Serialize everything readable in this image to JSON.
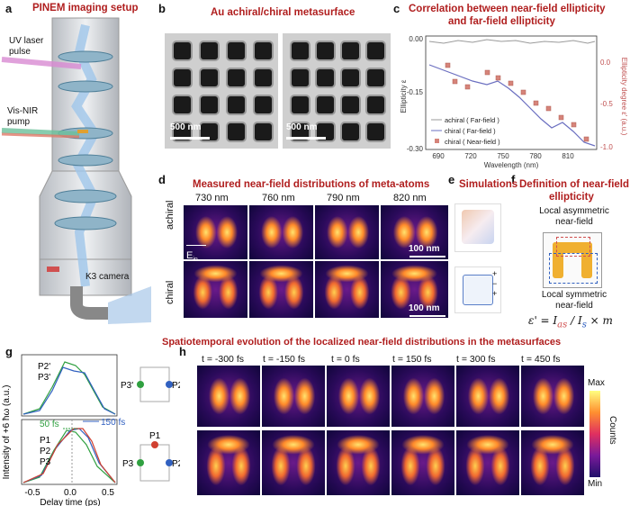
{
  "panel_letters": {
    "a": "a",
    "b": "b",
    "c": "c",
    "d": "d",
    "e": "e",
    "f": "f",
    "g": "g",
    "h": "h"
  },
  "panel_a": {
    "title": "PINEM imaging setup",
    "labels": {
      "uv": "UV laser\npulse",
      "uv1": "UV laser",
      "uv2": "pulse",
      "vis1": "Vis-NIR",
      "vis2": "pump",
      "camera": "K3 camera"
    }
  },
  "panel_b": {
    "title": "Au achiral/chiral metasurface",
    "scale1": "500 nm",
    "scale2": "500 nm"
  },
  "panel_c": {
    "title1": "Correlation between near-field ellipticity",
    "title2": "and far-field ellipticity",
    "xlabel": "Wavelength (nm)",
    "ylabel": "Ellipticity ε",
    "ylabel_right": "Ellipticity degree ε' (a.u.)",
    "xticks": [
      "690",
      "720",
      "750",
      "780",
      "810"
    ],
    "yticks_left": [
      "0.00",
      "-0.15",
      "-0.30"
    ],
    "yticks_right": [
      "0.0",
      "-0.5",
      "-1.0"
    ],
    "legend": [
      "achiral ( Far-field )",
      "chiral ( Far-field )",
      "chiral ( Near-field )"
    ],
    "colors": {
      "achiral": "#9a9a9a",
      "chiral": "#6b6fc0",
      "near": "#d6847a"
    }
  },
  "panel_d": {
    "title": "Measured near-field distributions of meta-atoms",
    "wavelengths": [
      "730 nm",
      "760 nm",
      "790 nm",
      "820 nm"
    ],
    "rows": [
      "achiral",
      "chiral"
    ],
    "scale": "100 nm",
    "field": "E",
    "field_sub": "in"
  },
  "panel_e": {
    "title": "Simulations"
  },
  "panel_f": {
    "title1": "Definition of near-field",
    "title2": "ellipticity",
    "top1": "Local asymmetric",
    "top2": "near-field",
    "bot1": "Local symmetric",
    "bot2": "near-field",
    "eq": "ε' = I",
    "eq_as": "as",
    "eq_mid": " / I",
    "eq_s": "s",
    "eq_end": " × m"
  },
  "panel_g": {
    "ylabel": "Intensity of +6 ħω (a.u.)",
    "xlabel": "Delay time (ps)",
    "xticks": [
      "-0.5",
      "0.0",
      "0.5"
    ],
    "legend_top": [
      "P2'",
      "P3'"
    ],
    "legend_bot": [
      "P1",
      "P2",
      "P3"
    ],
    "ann1": "50 fs",
    "ann2": "150 fs",
    "points": {
      "p1": "P1",
      "p2": "P2",
      "p3": "P3",
      "p2p": "P2'",
      "p3p": "P3'"
    },
    "colors": {
      "p1": "#d04030",
      "p2": "#3060c0",
      "p3": "#30a040",
      "p2p": "#3060c0",
      "p3p": "#30a040"
    }
  },
  "panel_h": {
    "title": "Spatiotemporal evolution of the localized near-field distributions in the metasurfaces",
    "times": [
      "t = -300 fs",
      "t = -150 fs",
      "t = 0 fs",
      "t = 150 fs",
      "t = 300 fs",
      "t = 450 fs"
    ],
    "colorbar_max": "Max",
    "colorbar_min": "Min",
    "colorbar_label": "Counts"
  }
}
